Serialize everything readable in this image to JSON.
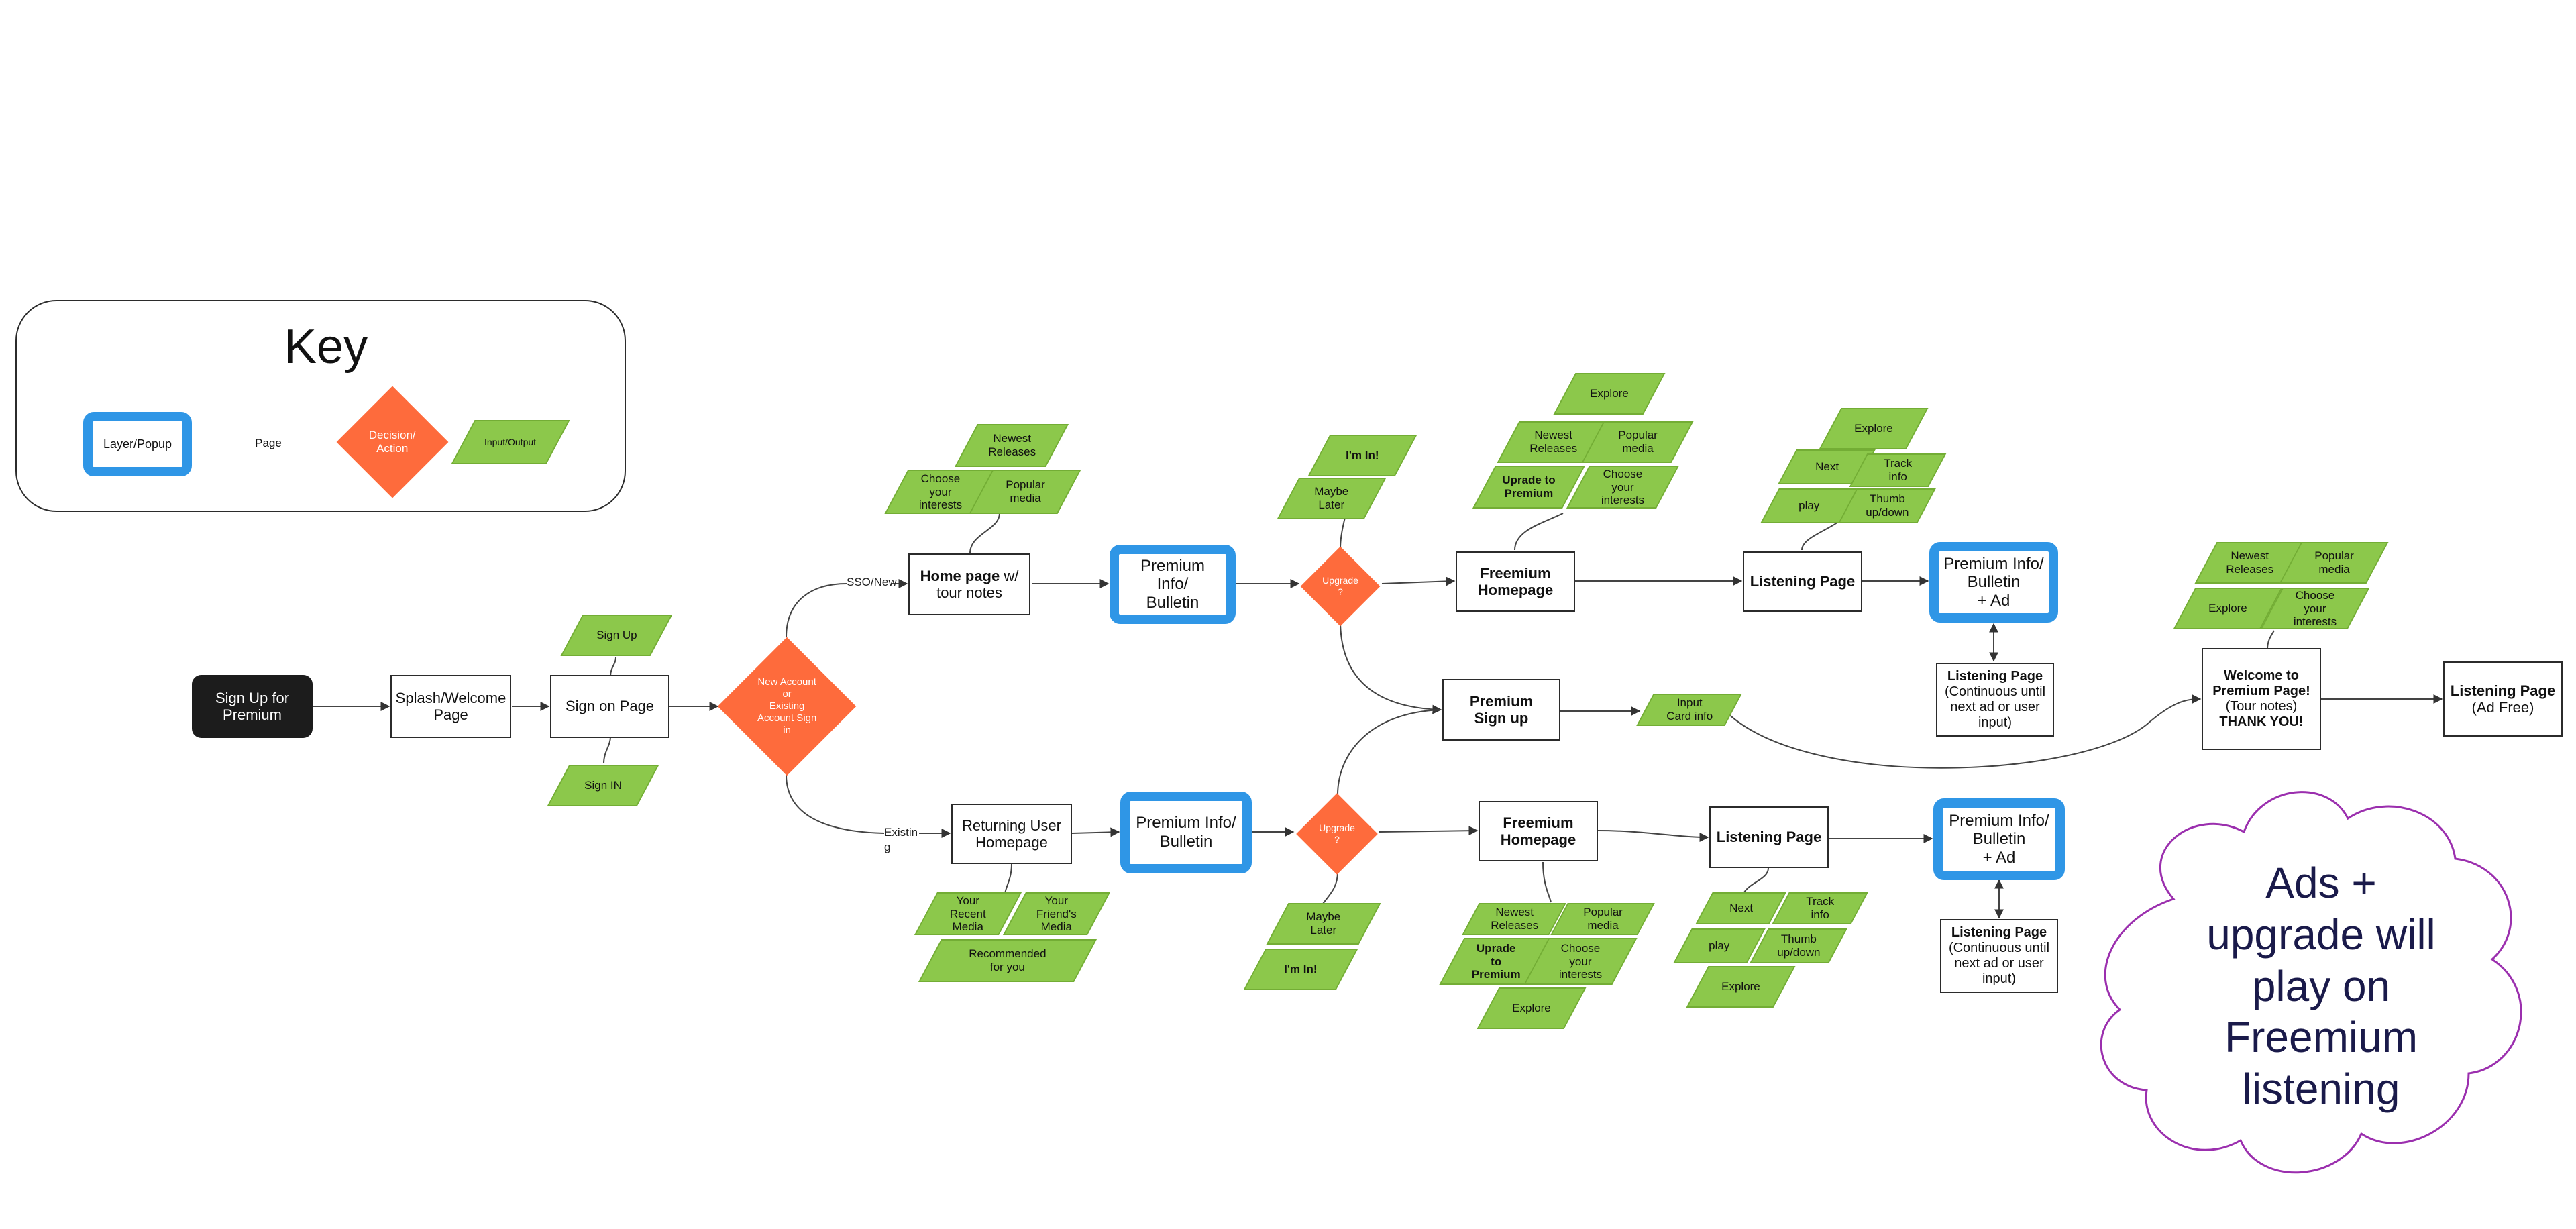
{
  "key": {
    "title": "Key",
    "layer": "Layer/Popup",
    "page": "Page",
    "decision": "Decision/\nAction",
    "io": "Input/Output"
  },
  "nodes": {
    "signup_premium": "Sign Up for\nPremium",
    "splash": "Splash/Welcome\nPage",
    "sign_on": "Sign on Page",
    "sign_up_io": "Sign Up",
    "sign_in_io": "Sign IN",
    "account_decision": "New Account\nor\nExisting\nAccount Sign\nin",
    "home_w": "Home page",
    "home_w_suffix": " w/",
    "home_w_line2": "tour notes",
    "top_newest": "Newest\nReleases",
    "top_choose": "Choose\nyour\ninterests",
    "top_popular": "Popular\nmedia",
    "premium_info_top": "Premium Info/\nBulletin",
    "upgrade_top": "Upgrade\n?",
    "im_in_top": "I'm In!",
    "maybe_later_top": "Maybe\nLater",
    "freemium_top": "Freemium\nHomepage",
    "f_explore": "Explore",
    "f_newest": "Newest\nReleases",
    "f_popular": "Popular\nmedia",
    "f_upgrade": "Uprade to\nPremium",
    "f_choose": "Choose\nyour\ninterests",
    "listening_top": "Listening Page",
    "l_explore": "Explore",
    "l_next": "Next",
    "l_track": "Track\ninfo",
    "l_play": "play",
    "l_thumb": "Thumb\nup/down",
    "premium_ad_top": "Premium Info/\nBulletin\n+ Ad",
    "cont_top_title": "Listening Page",
    "cont_top_body": "(Continuous until\nnext ad or user\ninput)",
    "premium_signup": "Premium\nSign up",
    "input_card": "Input\nCard info",
    "welcome_premium_1": "Welcome to\nPremium Page!",
    "welcome_premium_2": "(Tour notes)",
    "welcome_premium_3": "THANK YOU!",
    "w_newest": "Newest\nReleases",
    "w_popular": "Popular\nmedia",
    "w_explore": "Explore",
    "w_choose": "Choose\nyour\ninterests",
    "listening_adfree_1": "Listening Page",
    "listening_adfree_2": "(Ad Free)",
    "returning": "Returning User\nHomepage",
    "r_recent": "Your\nRecent\nMedia",
    "r_friends": "Your\nFriend's\nMedia",
    "r_recommended": "Recommended\nfor you",
    "premium_info_bot": "Premium Info/\nBulletin",
    "upgrade_bot": "Upgrade\n?",
    "maybe_later_bot": "Maybe\nLater",
    "im_in_bot": "I'm In!",
    "freemium_bot": "Freemium\nHomepage",
    "fb_newest": "Newest\nReleases",
    "fb_popular": "Popular\nmedia",
    "fb_upgrade": "Uprade\nto\nPremium",
    "fb_choose": "Choose\nyour\ninterests",
    "fb_explore": "Explore",
    "listening_bot": "Listening Page",
    "lb_next": "Next",
    "lb_track": "Track\ninfo",
    "lb_play": "play",
    "lb_thumb": "Thumb\nup/down",
    "lb_explore": "Explore",
    "premium_ad_bot": "Premium Info/\nBulletin\n+ Ad",
    "cont_bot_title": "Listening Page",
    "cont_bot_body": "(Continuous until\nnext ad or user\ninput)"
  },
  "edge_labels": {
    "sso_new": "SSO/New",
    "existing": "Existin\ng"
  },
  "note": "Ads +\nupgrade will\nplay on\nFreemium\nlistening",
  "colors": {
    "layer_border": "#2f96e6",
    "decision": "#fe6b3c",
    "io_fill": "#8cc84b",
    "start_fill": "#1c1c1c",
    "cloud_stroke": "#9b2fae"
  }
}
